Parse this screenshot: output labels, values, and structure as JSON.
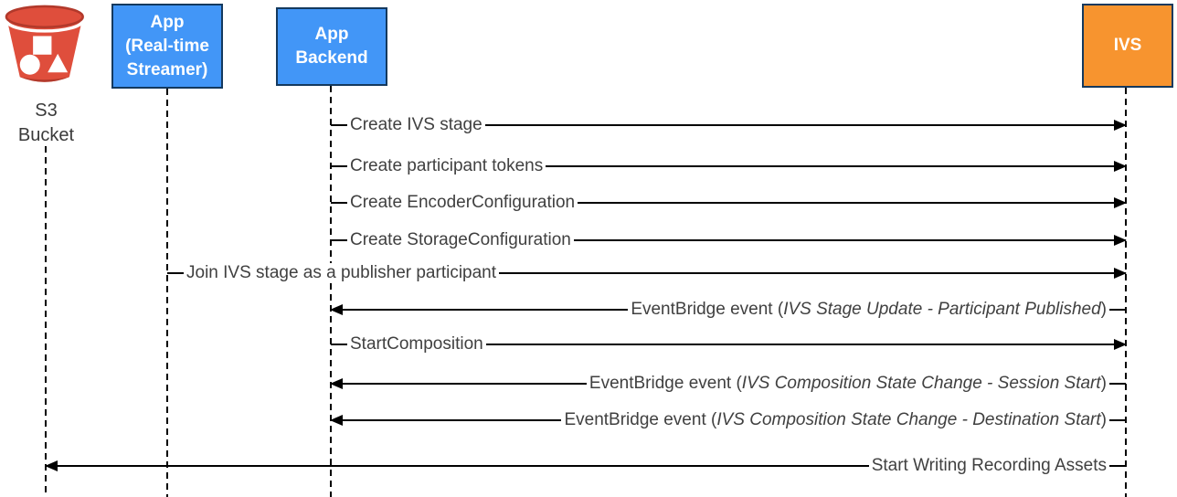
{
  "diagram_type": "sequence-diagram",
  "colors": {
    "actor_blue": "#4296f7",
    "actor_orange": "#f7942f",
    "actor_border": "#14395e",
    "s3_bucket_red": "#df4e3c",
    "s3_bucket_dark_red": "#b2392b",
    "arrow_black": "#000000",
    "label_text": "#404040",
    "background": "#ffffff"
  },
  "actors": {
    "s3": {
      "name": "S3 Bucket",
      "icon": "s3-bucket-icon",
      "caption_line1": "S3",
      "caption_line2": "Bucket"
    },
    "app": {
      "name": "App (Real-time Streamer)",
      "line1": "App",
      "line2": "(Real-time",
      "line3": "Streamer)"
    },
    "backend": {
      "name": "App Backend",
      "line1": "App",
      "line2": "Backend"
    },
    "ivs": {
      "name": "IVS",
      "label": "IVS"
    }
  },
  "messages": [
    {
      "from": "App Backend",
      "to": "IVS",
      "text": "Create IVS stage"
    },
    {
      "from": "App Backend",
      "to": "IVS",
      "text": "Create participant tokens"
    },
    {
      "from": "App Backend",
      "to": "IVS",
      "text": "Create EncoderConfiguration"
    },
    {
      "from": "App Backend",
      "to": "IVS",
      "text": "Create StorageConfiguration"
    },
    {
      "from": "App (Real-time Streamer)",
      "to": "IVS",
      "text": "Join IVS stage as a publisher participant"
    },
    {
      "from": "IVS",
      "to": "App Backend",
      "prefix": "EventBridge event (",
      "italic": "IVS Stage Update - Participant Published",
      "suffix": ")"
    },
    {
      "from": "App Backend",
      "to": "IVS",
      "text": "StartComposition"
    },
    {
      "from": "IVS",
      "to": "App Backend",
      "prefix": "EventBridge event (",
      "italic": "IVS Composition State Change  - Session Start",
      "suffix": ")"
    },
    {
      "from": "IVS",
      "to": "App Backend",
      "prefix": "EventBridge event (",
      "italic": "IVS Composition State Change  - Destination Start",
      "suffix": ")"
    },
    {
      "from": "IVS",
      "to": "S3 Bucket",
      "text": "Start Writing Recording Assets"
    }
  ]
}
